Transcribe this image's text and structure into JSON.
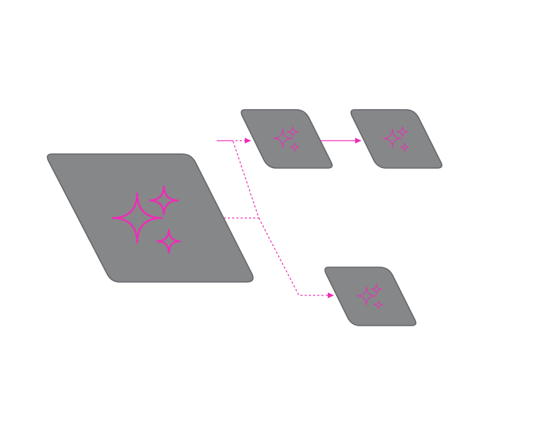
{
  "colors": {
    "background": "#ffffff",
    "node_fill": "#868789",
    "node_stroke": "#63656a",
    "accent": "#ee2cb6"
  },
  "nodes": [
    {
      "id": "source",
      "icon": "sparkles-icon"
    },
    {
      "id": "target-top",
      "icon": "sparkles-icon"
    },
    {
      "id": "target-top-right",
      "icon": "sparkles-icon"
    },
    {
      "id": "target-bottom",
      "icon": "sparkles-icon"
    }
  ],
  "edges": [
    {
      "from": "source",
      "to": "target-top",
      "style": "dashed"
    },
    {
      "from": "source",
      "to": "target-bottom",
      "style": "dashed"
    },
    {
      "from": "target-top",
      "to": "target-top-right",
      "style": "solid"
    }
  ]
}
